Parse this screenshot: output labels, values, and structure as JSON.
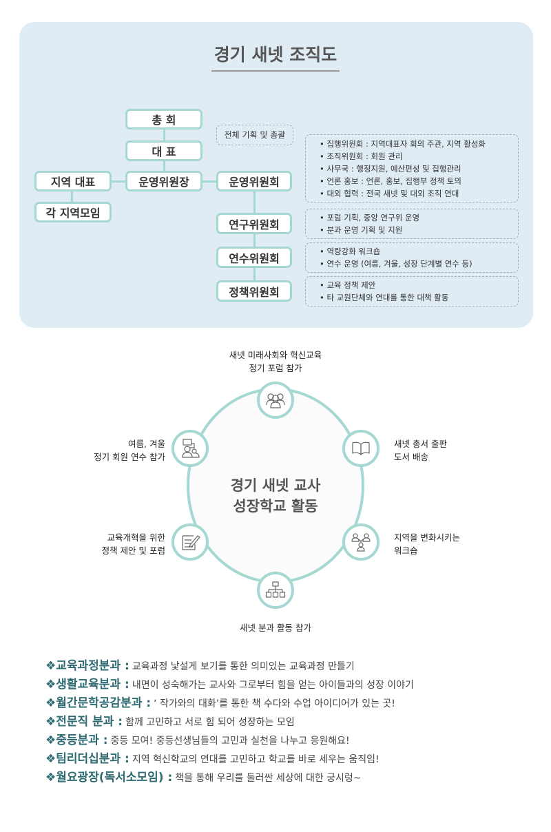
{
  "org_chart": {
    "title": "경기 새넷 조직도",
    "nodes": {
      "general_assembly": "총 회",
      "representative": "대 표",
      "steering_chair": "운영위원장",
      "regional_rep": "지역 대표",
      "regional_groups": "각 지역모임",
      "steering_committee": "운영위원회",
      "research_committee": "연구위원회",
      "training_committee": "연수위원회",
      "policy_committee": "정책위원회"
    },
    "notes": {
      "representative": "전체 기획 및 총괄",
      "steering_committee": [
        "집행위원회 : 지역대표자 회의 주관, 지역 활성화",
        "조직위원회 : 회원 관리",
        "사무국 : 행정지원, 예산편성 및 집행관리",
        "언론 홍보 : 언론, 홍보, 집행부 정책 토의",
        "대외 협력 : 전국 새넷 및 대외 조직 연대"
      ],
      "research_committee": [
        "포럼 기획, 중앙 연구위 운영",
        "분과 운영 기획 및 지원"
      ],
      "training_committee": [
        "역량강화 워크숍",
        "연수 운영 (여름, 겨울, 성장 단계별 연수 등)"
      ],
      "policy_committee": [
        "교육 정책 제안",
        "타 교원단체와 연대를 통한 대책 활동"
      ]
    },
    "colors": {
      "panel_bg": "#e0ecf4",
      "node_border": "#a5d8d2",
      "note_border": "#a8adb2"
    }
  },
  "activities": {
    "center_title_line1": "경기 새넷 교사",
    "center_title_line2": "성장학교 활동",
    "items": [
      {
        "icon": "group-people-icon",
        "line1": "새넷 미래사회와 혁신교육",
        "line2": "정기 포럼 참가"
      },
      {
        "icon": "open-book-icon",
        "line1": "새넷 총서 출판",
        "line2": "도서 배송"
      },
      {
        "icon": "network-people-icon",
        "line1": "지역을 변화시키는",
        "line2": "워크숍"
      },
      {
        "icon": "org-chart-icon",
        "line1": "새넷 분과 활동 참가",
        "line2": ""
      },
      {
        "icon": "document-pen-icon",
        "line1": "교육개혁을 위한",
        "line2": "정책 제안 및 포럼"
      },
      {
        "icon": "presentation-people-icon",
        "line1": "여름, 겨울",
        "line2": "정기 회원 연수 참가"
      }
    ],
    "colors": {
      "ring": "#a5d8d2",
      "center_text": "#555555"
    }
  },
  "subgroups": {
    "marker": "❖",
    "items": [
      {
        "name": "교육과정분과 :",
        "desc": "교육과정 낯설게 보기를 통한 의미있는 교육과정 만들기"
      },
      {
        "name": "생활교육분과 :",
        "desc": "내면이 성숙해가는 교사와 그로부터 힘을 얻는 아이들과의 성장 이야기"
      },
      {
        "name": "월간문학공감분과 :",
        "desc": "‘ 작가와의 대화’를 통한 책 수다와 수업 아이디어가 있는 곳!"
      },
      {
        "name": "전문직 분과 :",
        "desc": "함께 고민하고 서로 힘 되어 성장하는 모임"
      },
      {
        "name": "중등분과 :",
        "desc": "중등 모여! 중등선생님들의 고민과 실천을 나누고 응원해요!"
      },
      {
        "name": "팀리더십분과 :",
        "desc": "지역 혁신학교의 연대를 고민하고 학교를 바로 세우는 움직임!"
      },
      {
        "name": "월요광장(독서소모임) :",
        "desc": "책을 통해 우리를 둘러싼 세상에 대한 궁시렁~"
      }
    ],
    "colors": {
      "name": "#2e6b72",
      "desc": "#444444"
    }
  }
}
